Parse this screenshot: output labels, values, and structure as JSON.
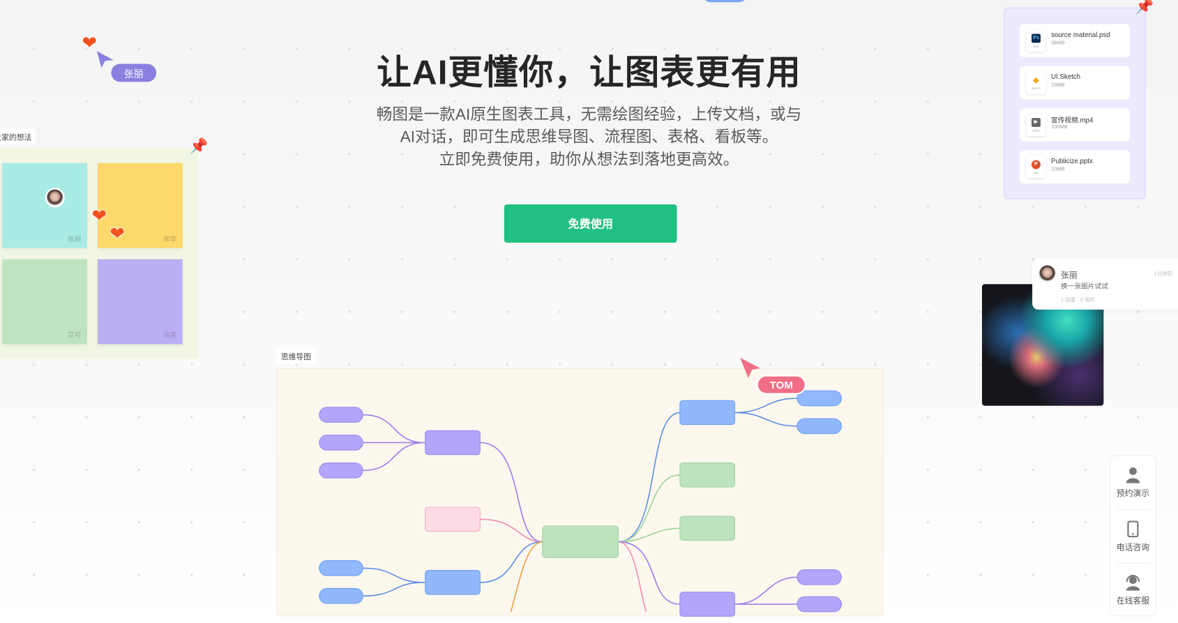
{
  "hero": {
    "title": "让AI更懂你，让图表更有用",
    "subtitle_lines": [
      "畅图是一款AI原生图表工具，无需绘图经验，上传文档，或与",
      "AI对话，即可生成思维导图、流程图、表格、看板等。",
      "立即免费使用，助你从想法到落地更高效。"
    ],
    "cta": "免费使用"
  },
  "board": {
    "label": "大家的想法",
    "stickies": [
      {
        "author": "张丽",
        "color": "#a8ebe4"
      },
      {
        "author": "李华",
        "color": "#fdd86a"
      },
      {
        "author": "艾可",
        "color": "#bfe3bf"
      },
      {
        "author": "马克",
        "color": "#bcaef2"
      }
    ]
  },
  "cursors": [
    {
      "name": "张丽",
      "color": "#8b7fe0"
    },
    {
      "name": "TOM",
      "color": "#f06e86"
    }
  ],
  "files": [
    {
      "name": "source material.psd",
      "size": "36MB",
      "type": "psd"
    },
    {
      "name": "UI.Sketch",
      "size": "10MB",
      "type": "sketch"
    },
    {
      "name": "宣传视频.mp4",
      "size": "100MB",
      "type": "video"
    },
    {
      "name": "Publicize.pptx",
      "size": "20MB",
      "type": "ppt"
    }
  ],
  "comment": {
    "author": "张丽",
    "text": "换一张图片试试",
    "time": "1分钟前",
    "meta": "1 回复 · 0 相片"
  },
  "mindmap": {
    "label": "思维导图"
  },
  "sidebar": [
    {
      "label": "预约演示",
      "icon": "user-icon"
    },
    {
      "label": "电话咨询",
      "icon": "phone-icon"
    },
    {
      "label": "在线客服",
      "icon": "headset-icon"
    }
  ],
  "colors": {
    "accent": "#20c083",
    "purple": "#b3a6fa",
    "blue": "#90b8fb",
    "green": "#bde3bd",
    "pink": "#fedce6"
  }
}
